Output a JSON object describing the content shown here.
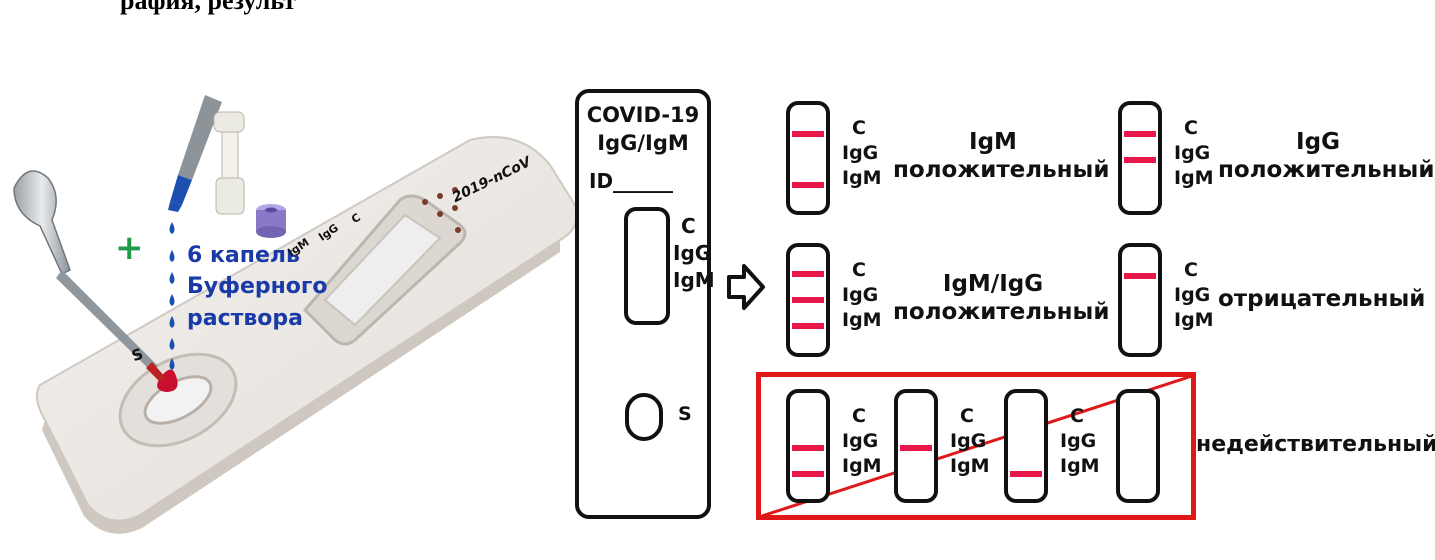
{
  "header": {
    "text": "рафия, результ"
  },
  "procedure": {
    "sample_port_label": "S",
    "cassette_brand": "2019-nCoV",
    "cassette_labels": {
      "c": "C",
      "igg": "IgG",
      "igm": "IgM"
    },
    "plus_sign": "+",
    "buffer_instruction": [
      "6 капель",
      "Буферного",
      "раствора"
    ],
    "colors": {
      "buffer_blue": "#1a3aa8",
      "plus_green": "#1f9a4a",
      "blood_red": "#c8102e",
      "vial_purple": "#8a78c8"
    }
  },
  "cassette_diagram": {
    "title_lines": [
      "COVID-19",
      "IgG/IgM"
    ],
    "id_label": "ID______",
    "window_labels": [
      "C",
      "IgG",
      "IgM"
    ],
    "sample_label": "S"
  },
  "results": {
    "strip_labels": [
      "C",
      "IgG",
      "IgM"
    ],
    "band_color": "#e8174a",
    "igm_positive": [
      "IgM",
      "положительный"
    ],
    "igg_positive": [
      "IgG",
      "положительный"
    ],
    "igm_igg_positive": [
      "IgM/IgG",
      "положительный"
    ],
    "negative": "отрицательный",
    "invalid": "недействительный",
    "invalid_frame_color": "#e01818"
  }
}
